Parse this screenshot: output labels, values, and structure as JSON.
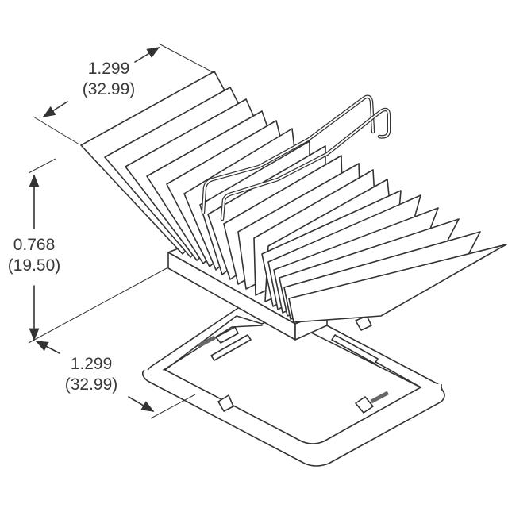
{
  "drawing": {
    "subject": "heatsink-with-clip-and-frame",
    "line_color": "#333333",
    "background": "#ffffff"
  },
  "dimensions": {
    "top_length": {
      "inches": "1.299",
      "mm": "(32.99)"
    },
    "height": {
      "inches": "0.768",
      "mm": "(19.50)"
    },
    "bottom_length": {
      "inches": "1.299",
      "mm": "(32.99)"
    }
  }
}
